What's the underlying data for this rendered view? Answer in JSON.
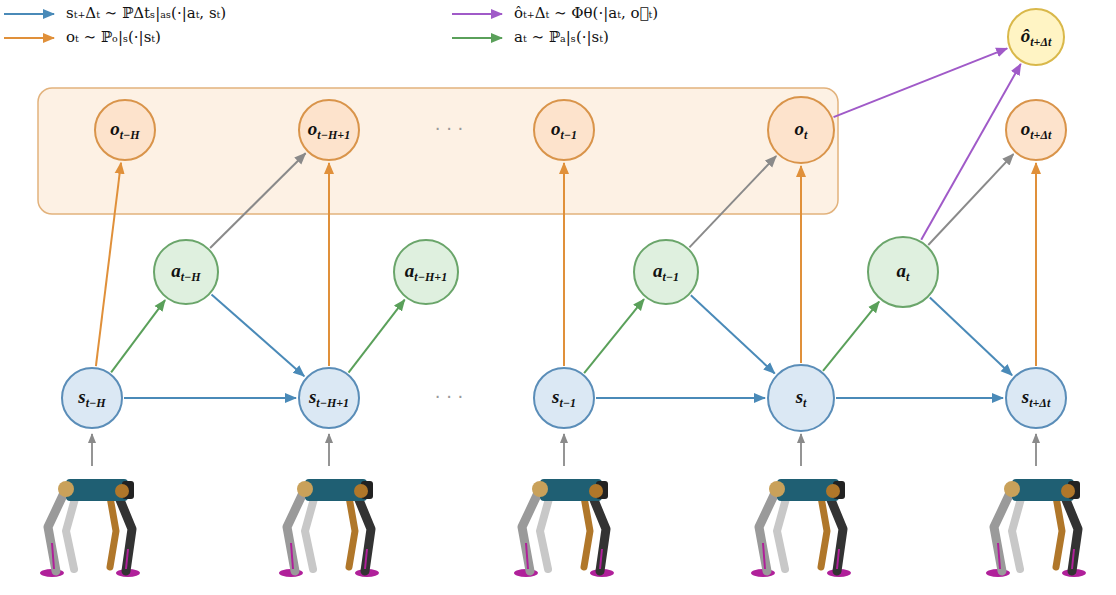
{
  "diagram": {
    "nodes": [
      {
        "text": [
          "ôt+Δt"
        ]
      },
      {
        "text": [
          "ot−H"
        ]
      },
      {
        "text": [
          "ot−H+1"
        ]
      },
      {
        "text": [
          "ot−1"
        ]
      },
      {
        "text": [
          "ot"
        ]
      },
      {
        "text": [
          "ot+Δt"
        ]
      },
      {
        "text": [
          "at−H"
        ]
      },
      {
        "text": [
          "at−H+1"
        ]
      },
      {
        "text": [
          "at−1"
        ]
      },
      {
        "text": [
          "at"
        ]
      },
      {
        "text": [
          "st−H"
        ]
      },
      {
        "text": [
          "st−H+1"
        ]
      },
      {
        "text": [
          "st−1"
        ]
      },
      {
        "text": [
          "st"
        ]
      },
      {
        "text": [
          "st+Δt"
        ]
      }
    ],
    "edges": [
      {
        "from": 10,
        "to": 11,
        "arrow": "to"
      },
      {
        "from": 6,
        "to": 11,
        "arrow": "to"
      },
      {
        "from": 12,
        "to": 13,
        "arrow": "to"
      },
      {
        "from": 8,
        "to": 13,
        "arrow": "to"
      },
      {
        "from": 13,
        "to": 14,
        "arrow": "to"
      },
      {
        "from": 9,
        "to": 14,
        "arrow": "to"
      },
      {
        "from": 10,
        "to": 1,
        "arrow": "to"
      },
      {
        "from": 11,
        "to": 2,
        "arrow": "to"
      },
      {
        "from": 12,
        "to": 3,
        "arrow": "to"
      },
      {
        "from": 13,
        "to": 4,
        "arrow": "to"
      },
      {
        "from": 14,
        "to": 5,
        "arrow": "to"
      },
      {
        "from": 10,
        "to": 6,
        "arrow": "to"
      },
      {
        "from": 11,
        "to": 7,
        "arrow": "to"
      },
      {
        "from": 12,
        "to": 8,
        "arrow": "to"
      },
      {
        "from": 13,
        "to": 9,
        "arrow": "to"
      },
      {
        "from": 6,
        "to": 2,
        "arrow": "to"
      },
      {
        "from": 8,
        "to": 4,
        "arrow": "to"
      },
      {
        "from": 9,
        "to": 5,
        "arrow": "to"
      },
      {
        "from": 4,
        "to": 0,
        "arrow": "to"
      },
      {
        "from": 9,
        "to": 0,
        "arrow": "to"
      }
    ],
    "labels": [
      "· · ·",
      "· · ·"
    ],
    "legend": [
      {
        "text": "sₜ₊Δₜ ∼ ℙΔtₛ|ₐₛ(·|aₜ, sₜ)"
      },
      {
        "text": "ôₜ₊Δₜ ∼ Φθ(·|aₜ, o⃗ₜ)"
      },
      {
        "text": "oₜ ∼ ℙₒ|ₛ(·|sₜ)"
      },
      {
        "text": "aₜ ∼ ℙₐ|ₛ(·|sₜ)"
      }
    ]
  }
}
